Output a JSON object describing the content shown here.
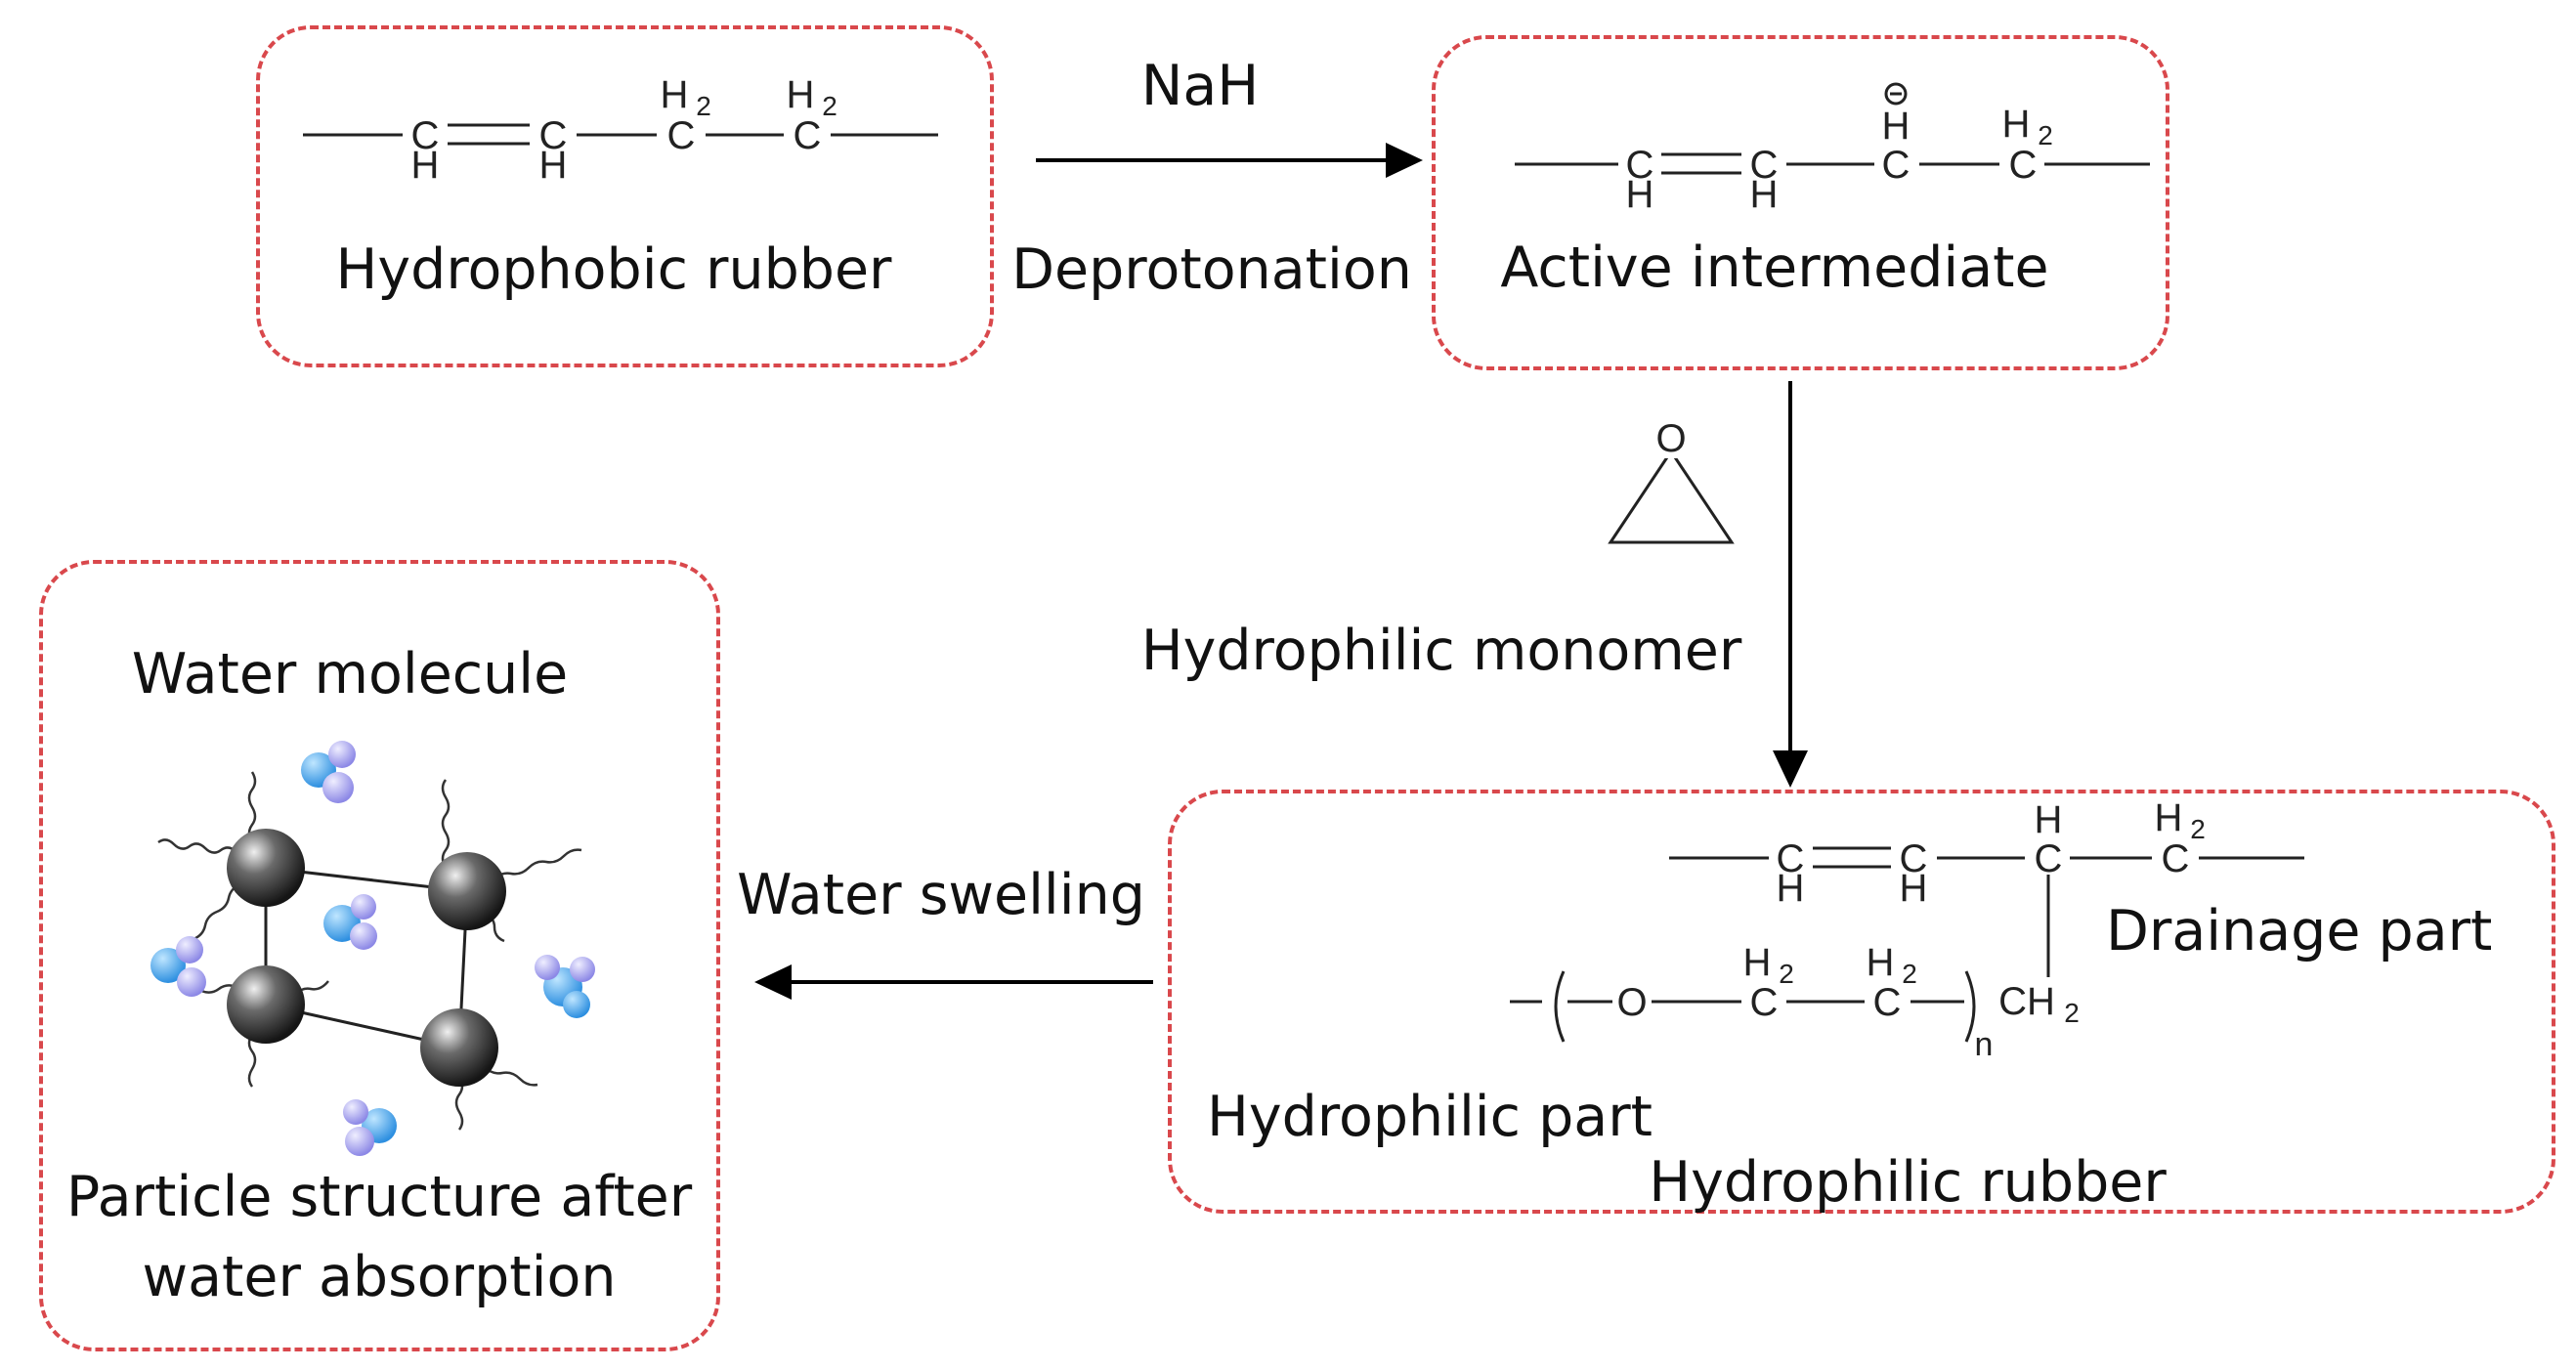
{
  "boxes": {
    "hydrophobic_rubber": {
      "label": "Hydrophobic rubber"
    },
    "active_intermediate": {
      "label": "Active intermediate"
    },
    "water_absorbed": {
      "title": "Water molecule",
      "caption": "Particle structure after water absorption"
    },
    "hydrophilic_rubber": {
      "label": "Hydrophilic rubber",
      "drainage_part": "Drainage part",
      "hydrophilic_part": "Hydrophilic part"
    }
  },
  "steps": {
    "deprotonation": {
      "reagent": "NaH",
      "label": "Deprotonation"
    },
    "grafting": {
      "reagent_symbol": "O",
      "label": "Hydrophilic monomer"
    },
    "swelling": {
      "label": "Water swelling"
    }
  },
  "chem": {
    "atom_c": "C",
    "atom_h": "H",
    "atom_o": "O",
    "h2": "H",
    "sub2": "2",
    "ch2": "CH",
    "n": "n",
    "minus": "−"
  },
  "colors": {
    "box_border": "#d9484c",
    "particle": "#3a3a3a",
    "water_blue": "#3aa3ec",
    "water_lilac": "#a9a6f2"
  }
}
